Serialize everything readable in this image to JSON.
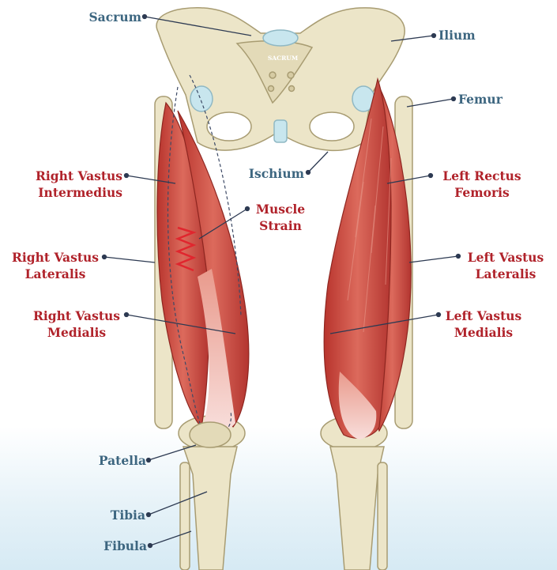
{
  "colors": {
    "bone_label": "#3d6680",
    "muscle_label": "#b0222a",
    "bone": "#ece5c8",
    "muscle": "#c9473e",
    "cartilage": "#c8e6ee"
  },
  "labels": {
    "sacrum": "Sacrum",
    "sacrum_inner": "SACRUM",
    "ilium": "Ilium",
    "femur": "Femur",
    "ischium": "Ischium",
    "right_vastus_intermedius": [
      "Right Vastus",
      "Intermedius"
    ],
    "left_rectus_femoris": [
      "Left Rectus",
      "Femoris"
    ],
    "muscle_strain": [
      "Muscle",
      "Strain"
    ],
    "right_vastus_lateralis": [
      "Right Vastus",
      "Lateralis"
    ],
    "left_vastus_lateralis": [
      "Left Vastus",
      "Lateralis"
    ],
    "right_vastus_medialis": [
      "Right Vastus",
      "Medialis"
    ],
    "left_vastus_medialis": [
      "Left Vastus",
      "Medialis"
    ],
    "patella": "Patella",
    "tibia": "Tibia",
    "fibula": "Fibula"
  }
}
